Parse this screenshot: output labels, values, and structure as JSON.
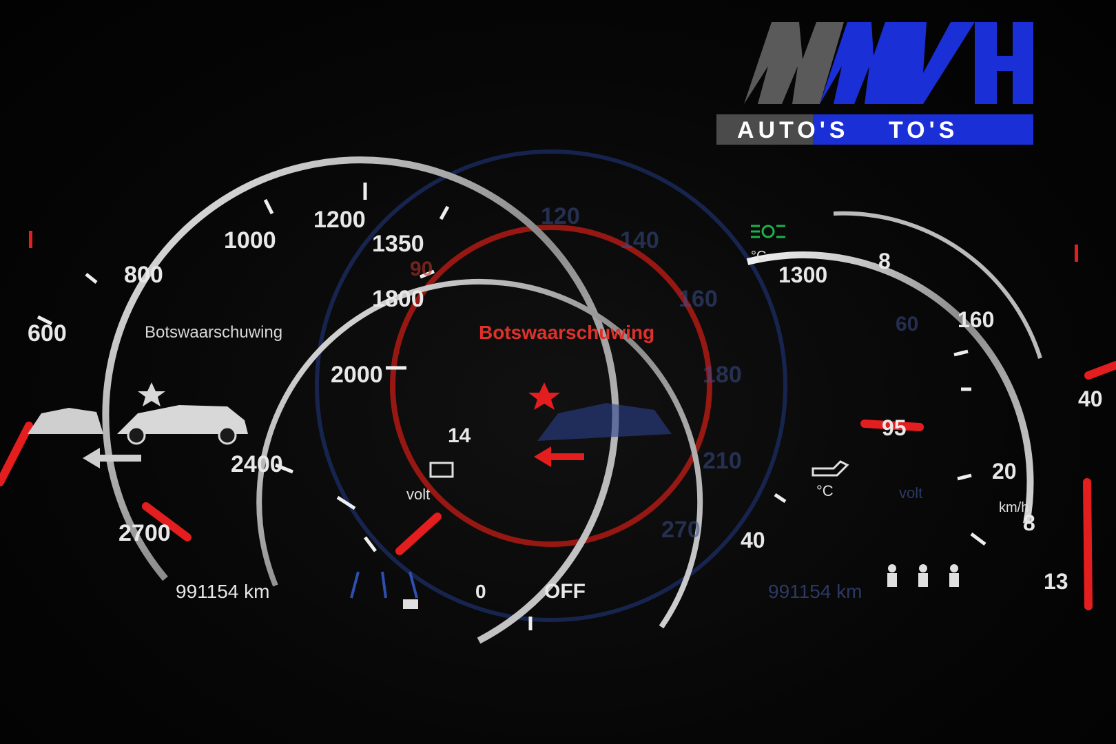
{
  "logo": {
    "letters": "MvH",
    "subtitle": "AUTO'S",
    "color_blue": "#1b2fd6",
    "color_grey": "#5f5f5f"
  },
  "cluster": {
    "speed_ticks": [
      "600",
      "800",
      "1000",
      "1200",
      "1350",
      "1800",
      "2000",
      "2400",
      "2700"
    ],
    "ghost_ticks": [
      "120",
      "140",
      "160",
      "180",
      "90",
      "210",
      "270",
      "60"
    ],
    "right_ticks": [
      "1300",
      "8",
      "160",
      "40",
      "95",
      "20",
      "40",
      "8"
    ],
    "battery_value": "14",
    "volt_unit": "volt",
    "warning_left": "Botswaarschuwing",
    "warning_center": "Botswaarschuwing",
    "odometer_left": "991154 km",
    "odometer_right": "991154 km",
    "off_label": "OFF",
    "temp_unit": "°C",
    "speed_unit": "km/h",
    "zero_label": "0",
    "speed_readout": "13"
  },
  "icons": [
    "light-indicator-icon",
    "car-icon",
    "crash-star-icon",
    "battery-icon",
    "oil-can-icon",
    "seatbelt-icon",
    "lane-assist-icon",
    "parking-light-icon"
  ],
  "colors": {
    "needle_red": "#e41e1e",
    "ring_silver": "#d9d9d9",
    "ghost_blue": "#2e4fb0",
    "text": "#e8e8e8"
  }
}
